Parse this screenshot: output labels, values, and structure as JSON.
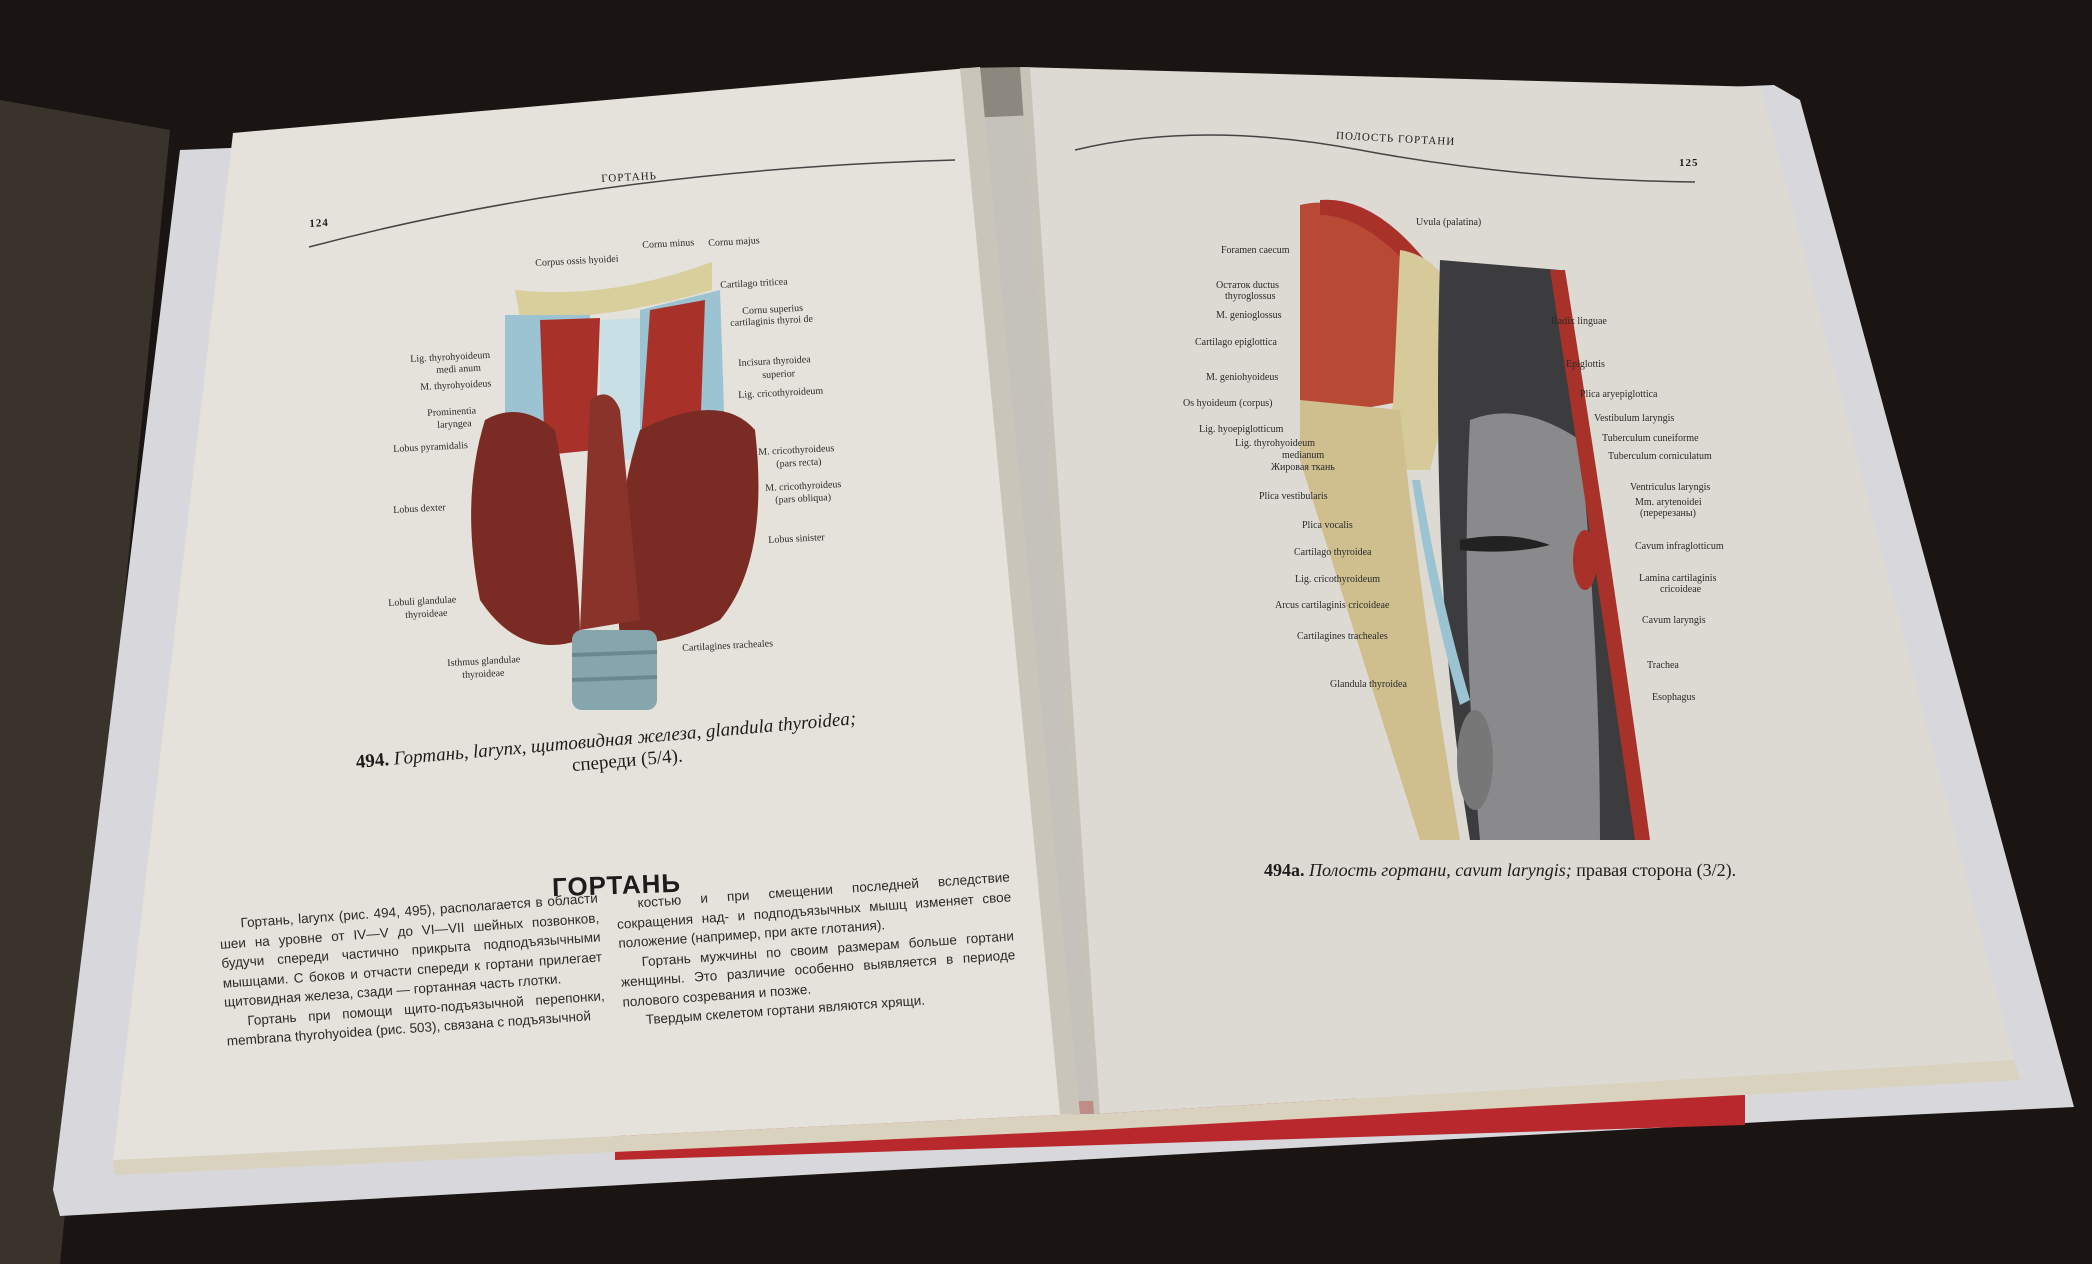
{
  "left_page": {
    "page_number": "124",
    "running_head": "ГОРТАНЬ",
    "figure_labels": [
      "Corpus ossis hyoidei",
      "Cornu minus",
      "Cornu majus",
      "Cartilago triticea",
      "Cornu superius",
      "cartilaginis thyroi de",
      "Lig. thyrohyoideum",
      "medi anum",
      "M. thyrohyoideus",
      "Prominentia",
      "laryngea",
      "Lobus pyramidalis",
      "Incisura thyroidea",
      "superior",
      "Lig. cricothyroideum",
      "M. cricothyroideus",
      "(pars recta)",
      "M. cricothyroideus",
      "(pars obliqua)",
      "Lobus dexter",
      "Lobus sinister",
      "Lobuli glandulae",
      "thyroideae",
      "Isthmus glandulae",
      "thyroideae",
      "Cartilagines tracheales"
    ],
    "caption": {
      "number": "494.",
      "text_line1": "Гортань, larynx, щитовидная железа, glandula thyroidea;",
      "text_line2": "спереди (5/4)."
    },
    "section_heading": "ГОРТАНЬ",
    "column1": [
      "Гортань, larynx (рис. 494, 495), располагается в области шеи на уровне от IV—V до VI—VII шейных позвонков, будучи спереди частично прикрыта подподъязычными мышцами. С боков и отчасти спереди к гортани прилегает щитовидная железа, сзади — гортанная часть глотки.",
      "Гортань при помощи щито-подъязычной перепонки, membrana thyrohyoidea (рис. 503), связана с подъязычной"
    ],
    "column2": [
      "костью и при смещении последней вследствие сокращения над- и подподъязычных мышц изменяет свое положение (например, при акте глотания).",
      "Гортань мужчины по своим размерам больше гортани женщины. Это различие особенно выявляется в периоде полового созревания и позже.",
      "Твердым скелетом гортани являются хрящи."
    ]
  },
  "right_page": {
    "page_number": "125",
    "running_head": "ПОЛОСТЬ ГОРТАНИ",
    "figure_labels_left": [
      "Uvula (palatina)",
      "Foramen caecum",
      "Остаток ductus",
      "thyroglossus",
      "M. genioglossus",
      "Cartilago epiglottica",
      "M. geniohyoideus",
      "Os hyoideum (corpus)",
      "Lig. hyoepiglotticum",
      "Lig. thyrohyoideum",
      "medianum",
      "Жировая ткань",
      "Plica vestibularis",
      "Plica vocalis",
      "Cartilago thyroidea",
      "Lig. cricothyroideum",
      "Arcus cartilaginis cricoideae",
      "Cartilagines tracheales",
      "Glandula thyroidea"
    ],
    "figure_labels_right": [
      "Radix linguae",
      "Epiglottis",
      "Plica aryepiglottica",
      "Vestibulum laryngis",
      "Tuberculum cuneiforme",
      "Tuberculum corniculatum",
      "Ventriculus laryngis",
      "Mm. arytenoidei",
      "(перерезаны)",
      "Cavum infraglotticum",
      "Lamina cartilaginis",
      "cricoideae",
      "Cavum laryngis",
      "Trachea",
      "Esophagus"
    ],
    "caption": {
      "number": "494а.",
      "italic": "Полость гортани, cavum laryngis;",
      "text": "правая сторона (3/2)."
    }
  },
  "colors": {
    "background": "#1a1512",
    "page": "#e6e4dc",
    "muscle": "#a8322a",
    "gland": "#7a2b24",
    "cartilage": "#9cc3d2",
    "bookmark": "#c0262a"
  }
}
